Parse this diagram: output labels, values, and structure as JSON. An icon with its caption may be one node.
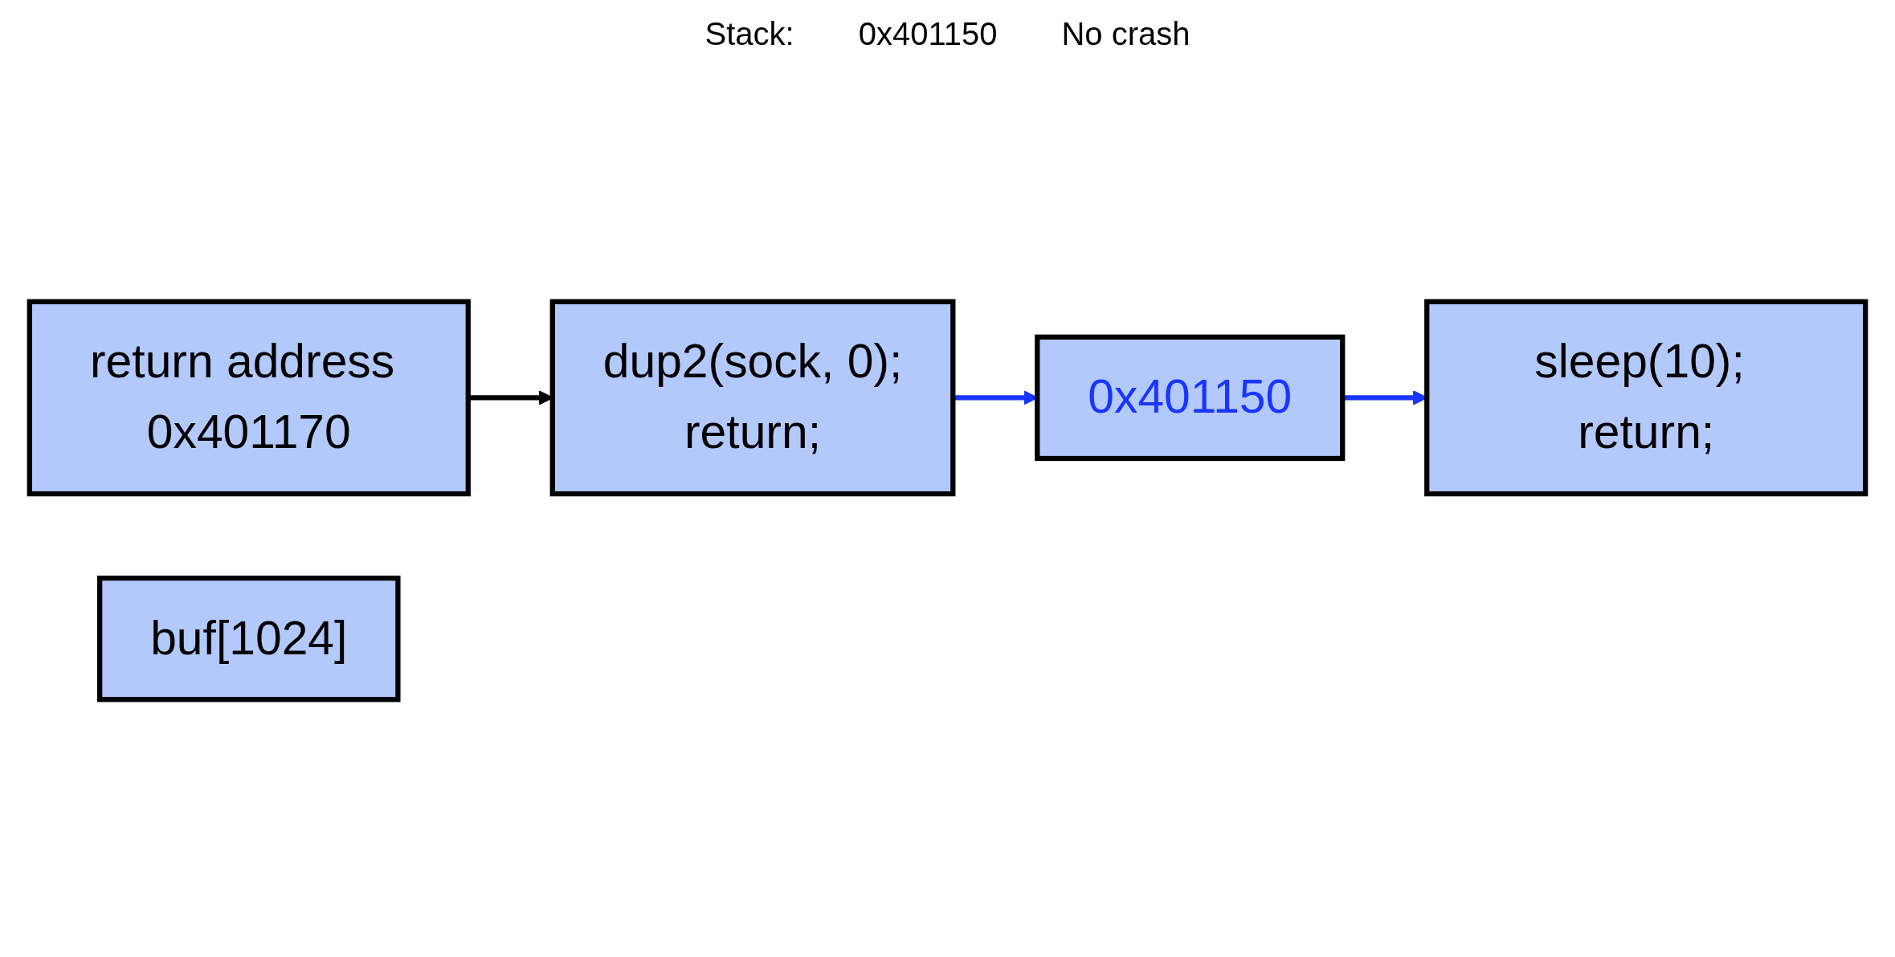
{
  "diagram": {
    "nodes": [
      {
        "text": [
          "dup2(sock, 0);",
          "return;"
        ]
      },
      {
        "text": [
          "0x401150"
        ]
      },
      {
        "text": [
          "return address 0x401170"
        ]
      },
      {
        "text": [
          "buf[1024]"
        ]
      },
      {
        "text": [
          "sleep(10); return;"
        ]
      }
    ],
    "edges": [
      {
        "from": 2,
        "to": 0,
        "arrow": "to",
        "color": "#000000"
      },
      {
        "from": 0,
        "to": 1,
        "arrow": "to",
        "color": "#1a35ff"
      },
      {
        "from": 1,
        "to": 4,
        "arrow": "to",
        "color": "#1a35ff"
      }
    ],
    "labels": [
      "Stack:",
      "0x401150",
      "No crash"
    ]
  }
}
